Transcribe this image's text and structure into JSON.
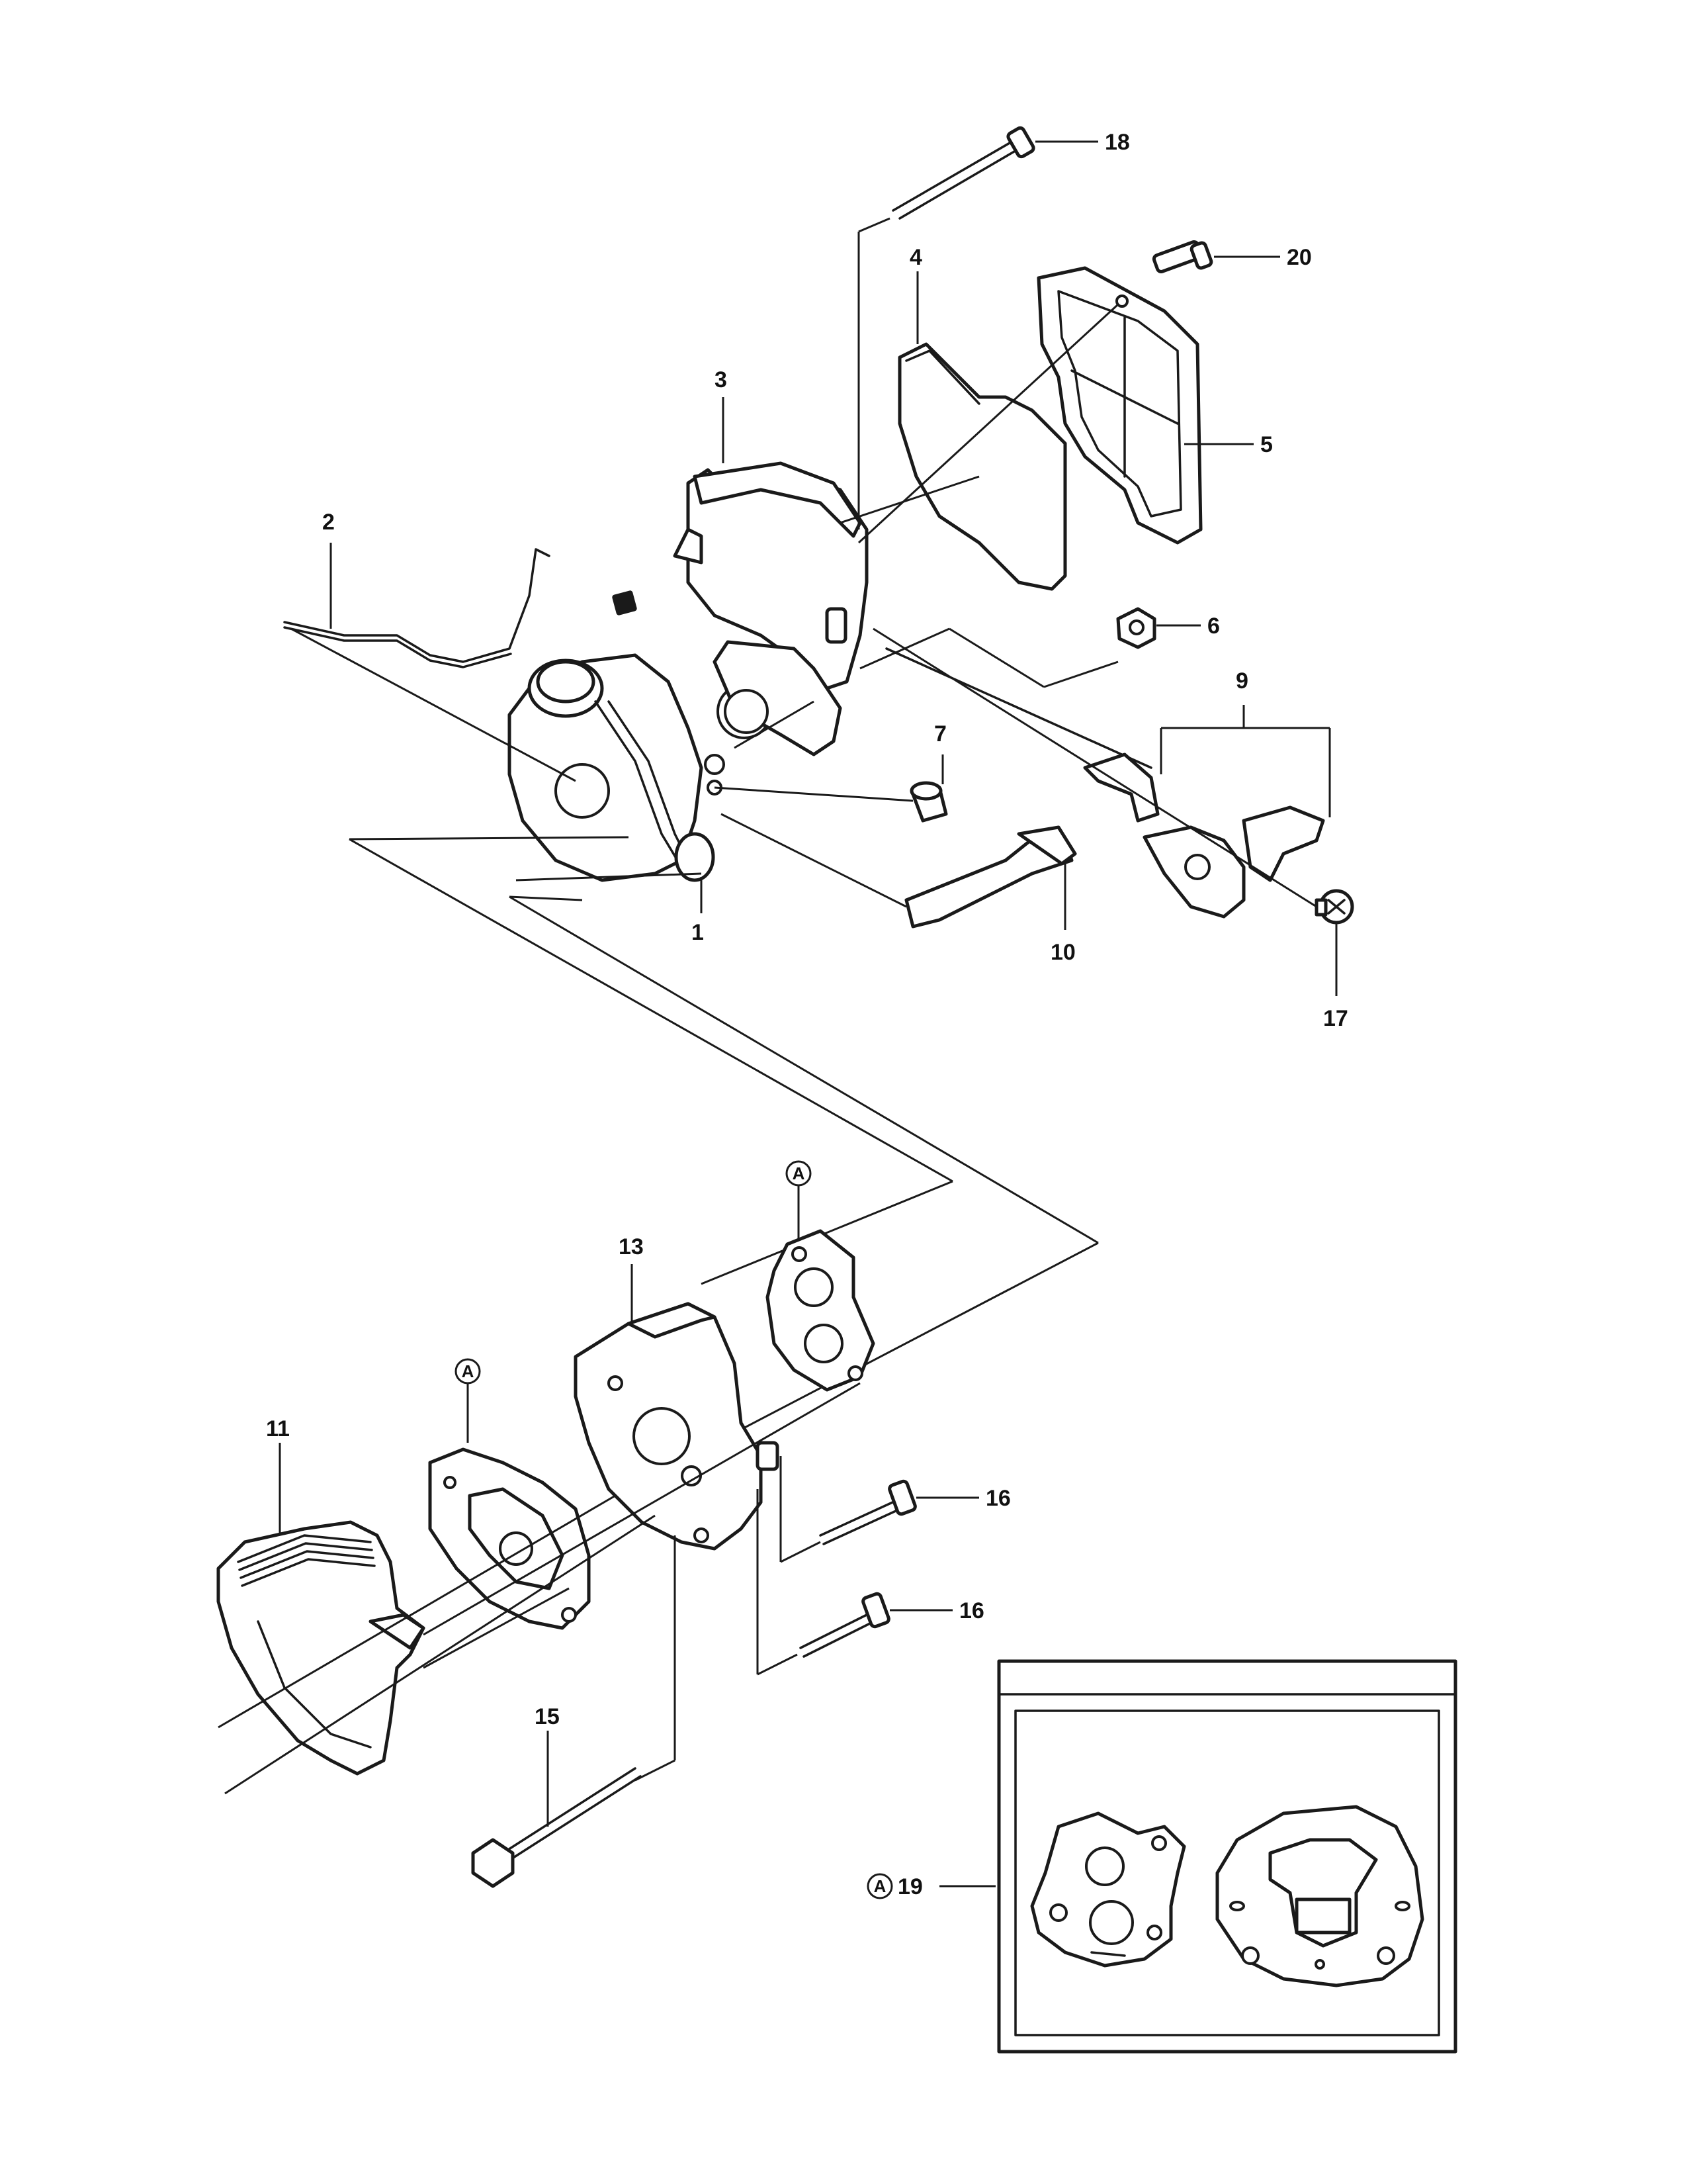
{
  "callouts": {
    "c1": "1",
    "c2": "2",
    "c3": "3",
    "c4": "4",
    "c5": "5",
    "c6": "6",
    "c7": "7",
    "c9": "9",
    "c10": "10",
    "c11": "11",
    "c13": "13",
    "c15": "15",
    "c16a": "16",
    "c16b": "16",
    "c17": "17",
    "c18": "18",
    "c19": "19",
    "c20": "20"
  },
  "gasket_ref": {
    "letter": "A"
  }
}
